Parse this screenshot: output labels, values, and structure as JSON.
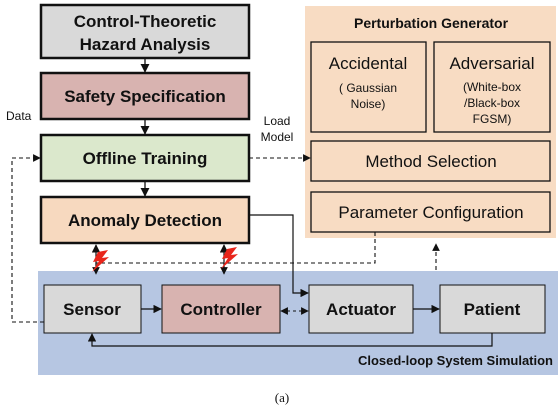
{
  "colors": {
    "gray_box": "#d9d9d9",
    "pink_box": "#d8b3b0",
    "green_box": "#dbe8cc",
    "orange_box": "#f7d9bf",
    "orange_panel": "#f8dcc3",
    "blue_panel": "#b6c6e2",
    "lightning": "#e8251b"
  },
  "left_column": {
    "hazard_line1": "Control-Theoretic",
    "hazard_line2": "Hazard Analysis",
    "safety": "Safety Specification",
    "training": "Offline Training",
    "anomaly": "Anomaly Detection"
  },
  "edge_labels": {
    "data": "Data",
    "load_line1": "Load",
    "load_line2": "Model"
  },
  "perturbation": {
    "title": "Perturbation Generator",
    "accidental_title": "Accidental",
    "accidental_line1": "( Gaussian",
    "accidental_line2": "Noise)",
    "adversarial_title": "Adversarial",
    "adversarial_line1": "(White-box",
    "adversarial_line2": "/Black-box",
    "adversarial_line3": "FGSM)",
    "method": "Method Selection",
    "parameter": "Parameter Configuration"
  },
  "simulation": {
    "sensor": "Sensor",
    "controller": "Controller",
    "actuator": "Actuator",
    "patient": "Patient",
    "label": "Closed-loop System Simulation"
  },
  "caption": "(a)"
}
